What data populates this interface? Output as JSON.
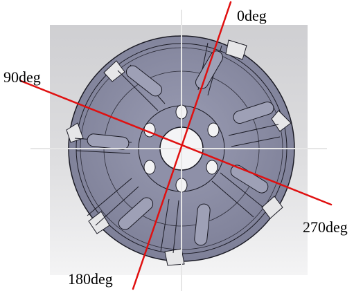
{
  "labels": {
    "deg0": "0deg",
    "deg90": "90deg",
    "deg180": "180deg",
    "deg270": "270deg"
  },
  "colors": {
    "axis_line": "#e01010",
    "crosshair": "#e6e6e6",
    "part_body": "#8c8ea6",
    "part_edge": "#1a1a24",
    "background_panel": "#d9d9dc"
  },
  "angles_deg": [
    0,
    90,
    180,
    270
  ]
}
